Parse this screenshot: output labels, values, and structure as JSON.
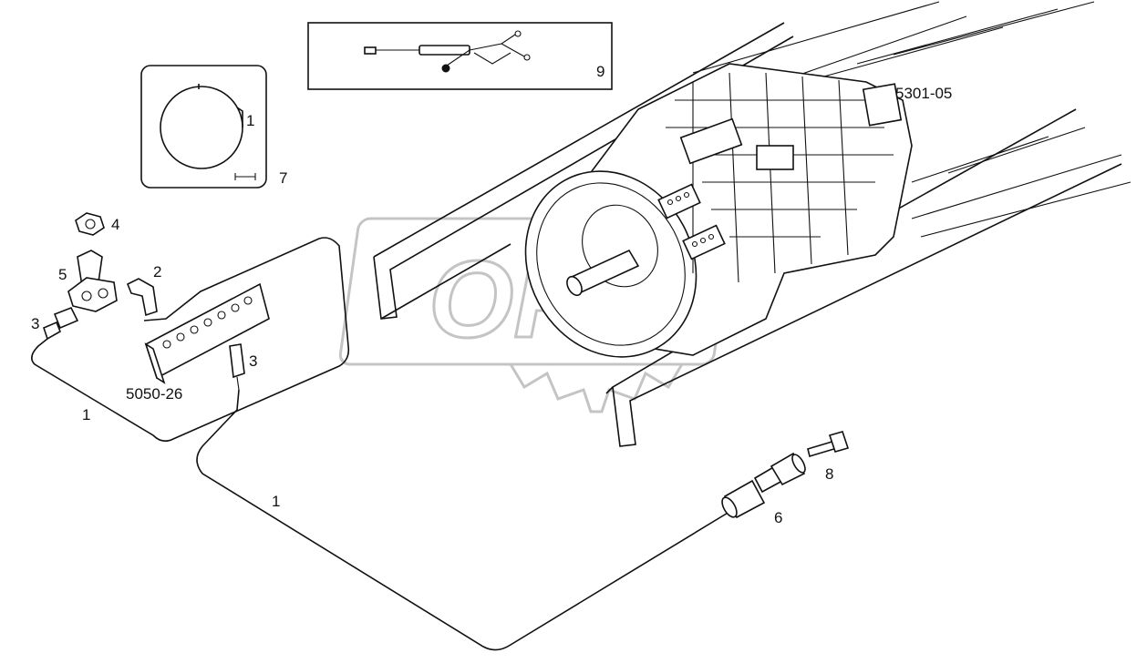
{
  "watermark": {
    "text": "OPEX"
  },
  "labels": {
    "hose_1_top": "1",
    "hose_1_bottom": "1",
    "elbow_2": "2",
    "connector_3_left": "3",
    "connector_3_right": "3",
    "nut_4": "4",
    "valve_5": "5",
    "pipe_connector_6": "6",
    "inset_7": "7",
    "inset_7_item": "1",
    "bolt_8": "8",
    "inset_9": "9",
    "block_ref": "5050-26",
    "gearbox_ref": "5301-05"
  },
  "icons": [
    "gearbox-assembly",
    "frame-rail",
    "distribution-block",
    "pressure-valve",
    "hex-nut",
    "elbow-fitting",
    "straight-connector",
    "pipe-connector",
    "bolt",
    "wiring-harness",
    "ring-clamp",
    "watermark-gear"
  ]
}
